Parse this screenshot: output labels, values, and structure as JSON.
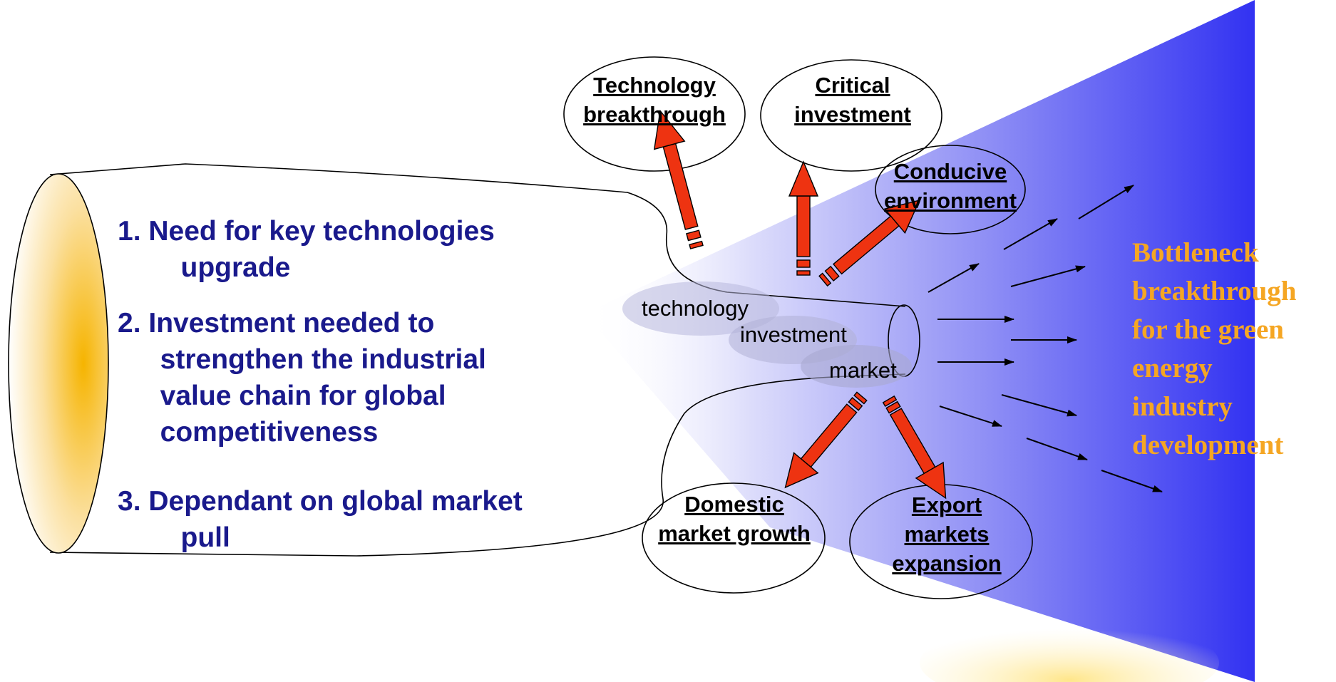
{
  "needs": {
    "items": [
      {
        "lines": [
          "1. Need for key technologies",
          "   upgrade"
        ]
      },
      {
        "lines": [
          "2. Investment needed to",
          "  strengthen the industrial",
          "  value chain for global",
          "  competitiveness"
        ]
      },
      {
        "lines": [
          "3. Dependant on global market",
          "   pull"
        ]
      }
    ]
  },
  "funnel": {
    "labels": {
      "technology": "technology",
      "investment": "investment",
      "market": "market"
    }
  },
  "outcomes": {
    "technology_breakthrough": [
      "Technology",
      "breakthrough"
    ],
    "critical_investment": [
      "Critical",
      "investment"
    ],
    "conducive_environment": [
      "Conducive",
      "environment"
    ],
    "domestic_market_growth": [
      "Domestic",
      "market growth"
    ],
    "export_markets_expansion": [
      "Export",
      "markets",
      "expansion"
    ]
  },
  "result": {
    "lines": [
      "Bottleneck",
      "breakthrough",
      "for the green",
      "energy",
      "industry",
      "development"
    ]
  },
  "colors": {
    "list_text": "#1a1a8c",
    "result_text": "#f5a623",
    "cone_blue": "#3333ff",
    "arrow_fill": "#ee3311",
    "cylinder_gold": "#f5b800"
  }
}
